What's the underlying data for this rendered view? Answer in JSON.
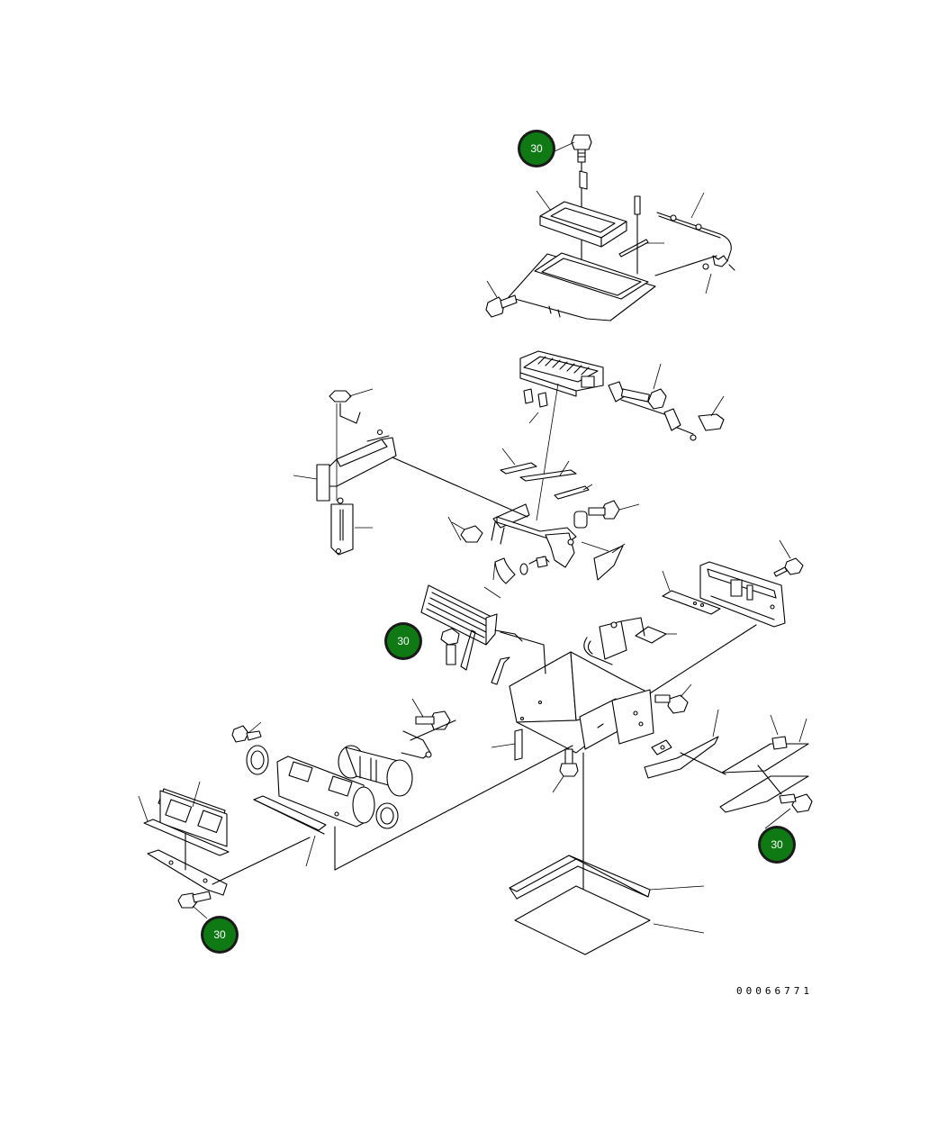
{
  "diagram": {
    "drawing_number": "00066771",
    "callouts": [
      {
        "id": "callout-1",
        "label": "30"
      },
      {
        "id": "callout-2",
        "label": "30"
      },
      {
        "id": "callout-3",
        "label": "30"
      },
      {
        "id": "callout-4",
        "label": "30"
      }
    ],
    "colors": {
      "callout_fill": "#0f7a14",
      "callout_ring": "#1a1a1a",
      "callout_text": "#ffffff",
      "line": "#000000",
      "background": "#ffffff"
    }
  }
}
